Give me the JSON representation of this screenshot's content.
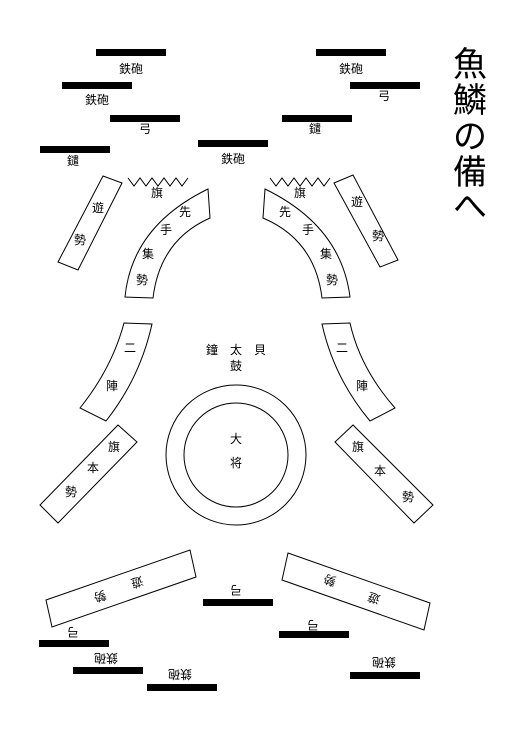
{
  "title": {
    "line1": "魚",
    "line2": "鱗",
    "line3": "の",
    "line4": "備",
    "line5": "へ"
  },
  "colors": {
    "ink": "#000000",
    "paper": "#ffffff"
  },
  "labels": {
    "teppo": "鉄砲",
    "yumi": "弓",
    "yari": "鑓",
    "hata": "旗",
    "yugei_1": "遊",
    "yugei_2": "勢",
    "sente_1": "先",
    "sente_2": "手",
    "sente_3": "集",
    "sente_4": "勢",
    "nijin_1": "二",
    "nijin_2": "陣",
    "hatamoto_1": "旗",
    "hatamoto_2": "本",
    "hatamoto_3": "勢",
    "drum_1": "鐘",
    "drum_2": "太",
    "drum_3": "貝",
    "drum_4": "鼓",
    "taisho_1": "大",
    "taisho_2": "将"
  }
}
